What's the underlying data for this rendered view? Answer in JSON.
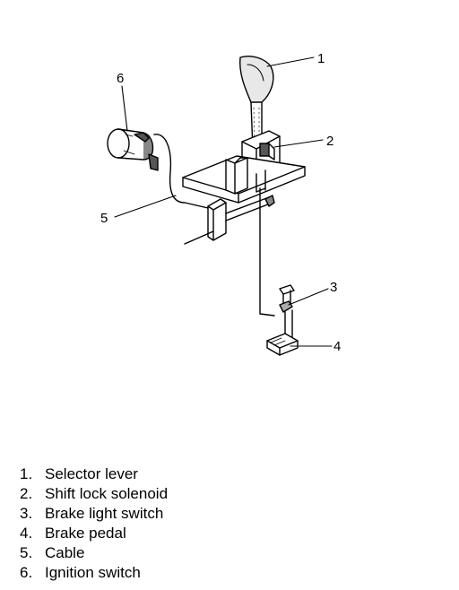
{
  "callouts": {
    "c1": "1",
    "c2": "2",
    "c3": "3",
    "c4": "4",
    "c5": "5",
    "c6": "6"
  },
  "legend": [
    {
      "num": "1.",
      "text": "Selector lever"
    },
    {
      "num": "2.",
      "text": "Shift lock solenoid"
    },
    {
      "num": "3.",
      "text": "Brake light switch"
    },
    {
      "num": "4.",
      "text": "Brake pedal"
    },
    {
      "num": "5.",
      "text": "Cable"
    },
    {
      "num": "6.",
      "text": "Ignition switch"
    }
  ]
}
